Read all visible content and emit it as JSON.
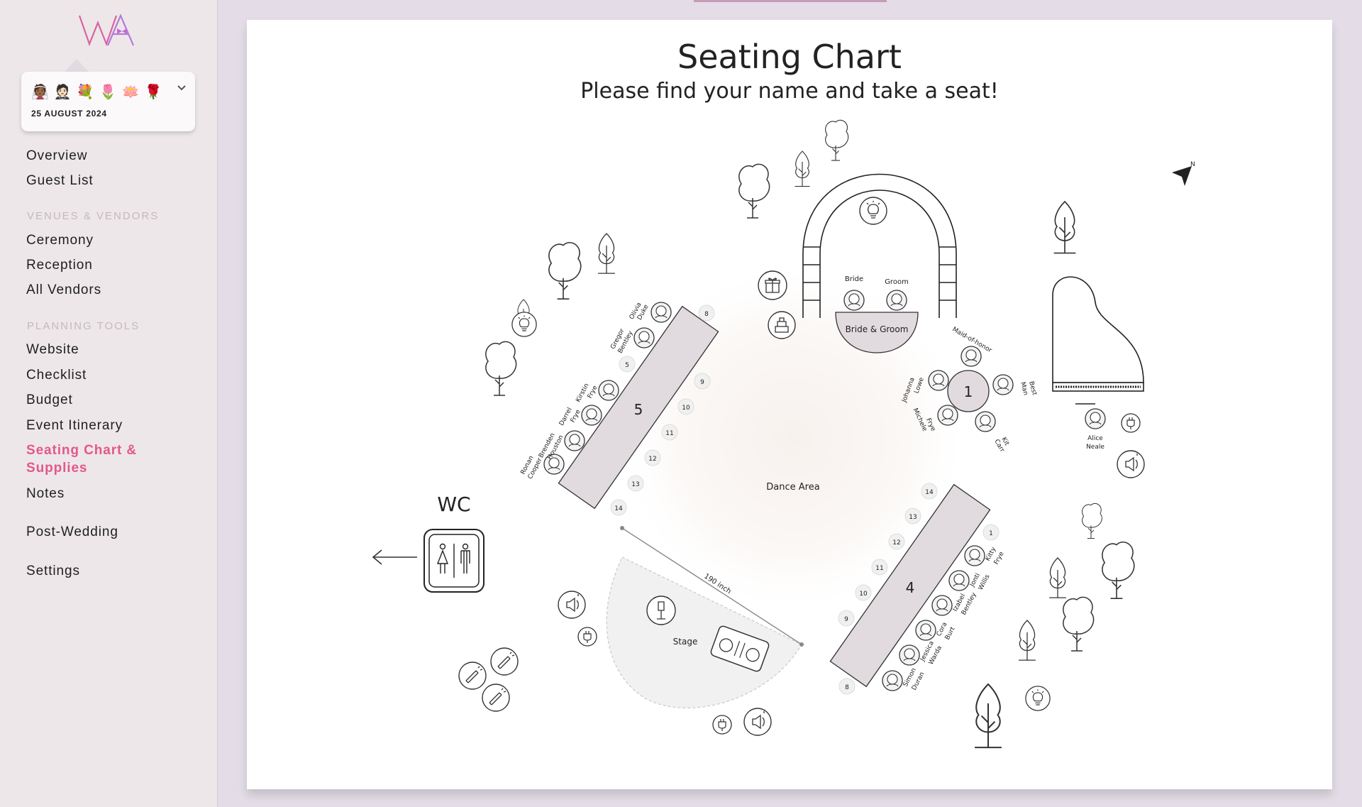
{
  "sidebar": {
    "event_card": {
      "emojis": "👰🏾🤵🏻💐🌷🪷🌹",
      "date": "25 AUGUST 2024"
    },
    "nav": {
      "overview": "Overview",
      "guest_list": "Guest List",
      "venues_heading": "VENUES & VENDORS",
      "ceremony": "Ceremony",
      "reception": "Reception",
      "all_vendors": "All Vendors",
      "planning_heading": "PLANNING TOOLS",
      "website": "Website",
      "checklist": "Checklist",
      "budget": "Budget",
      "event_itinerary": "Event Itinerary",
      "seating_chart_line1": "Seating Chart &",
      "seating_chart_line2": "Supplies",
      "notes": "Notes",
      "post_wedding": "Post-Wedding",
      "settings": "Settings"
    }
  },
  "chart": {
    "title": "Seating Chart",
    "subtitle": "Please find your name and take a seat!",
    "wc_label": "WC",
    "dance_area": "Dance Area",
    "stage": "Stage",
    "measurement": "190 inch",
    "head_table": {
      "label": "Bride & Groom",
      "seat_bride": "Bride",
      "seat_groom": "Groom"
    },
    "table_1": {
      "number": "1",
      "seat_maid": "Maid-of-honor",
      "seat_best_1": "Best",
      "seat_best_2": "Man",
      "seat_johanna_1": "Johanna",
      "seat_johanna_2": "Lowe",
      "seat_michele_1": "Michele",
      "seat_michele_2": "Frye",
      "seat_kit_1": "Kit",
      "seat_kit_2": "Carr"
    },
    "table_5": {
      "number": "5",
      "seat_olivia_1": "Olivia",
      "seat_olivia_2": "Duke",
      "seat_gregor_1": "Gregor",
      "seat_gregor_2": "Bentley",
      "seat_kirstin_1": "Kirstin",
      "seat_kirstin_2": "Frye",
      "seat_darrel_1": "Darrel",
      "seat_darrel_2": "Frye",
      "seat_brenden_1": "Brenden",
      "seat_brenden_2": "Houston",
      "seat_ronan_1": "Ronan",
      "seat_ronan_2": "Cooper",
      "empty_5": "5",
      "empty_8": "8",
      "empty_9": "9",
      "empty_10": "10",
      "empty_11": "11",
      "empty_12": "12",
      "empty_13": "13",
      "empty_14": "14"
    },
    "table_4": {
      "number": "4",
      "seat_kitty_1": "Kitty",
      "seat_kitty_2": "Frye",
      "seat_jonti_1": "Jonti",
      "seat_jonti_2": "Willis",
      "seat_izabel_1": "Izabel",
      "seat_izabel_2": "Bentley",
      "seat_cora_1": "Cora",
      "seat_cora_2": "Burt",
      "seat_jessica_1": "Jessica",
      "seat_jessica_2": "Warda",
      "seat_simon_1": "Simon",
      "seat_simon_2": "Duran",
      "empty_1": "1",
      "empty_8": "8",
      "empty_9": "9",
      "empty_10": "10",
      "empty_11": "11",
      "empty_12": "12",
      "empty_13": "13",
      "empty_14": "14"
    },
    "piano_seat_1": "Alice",
    "piano_seat_2": "Neale"
  }
}
